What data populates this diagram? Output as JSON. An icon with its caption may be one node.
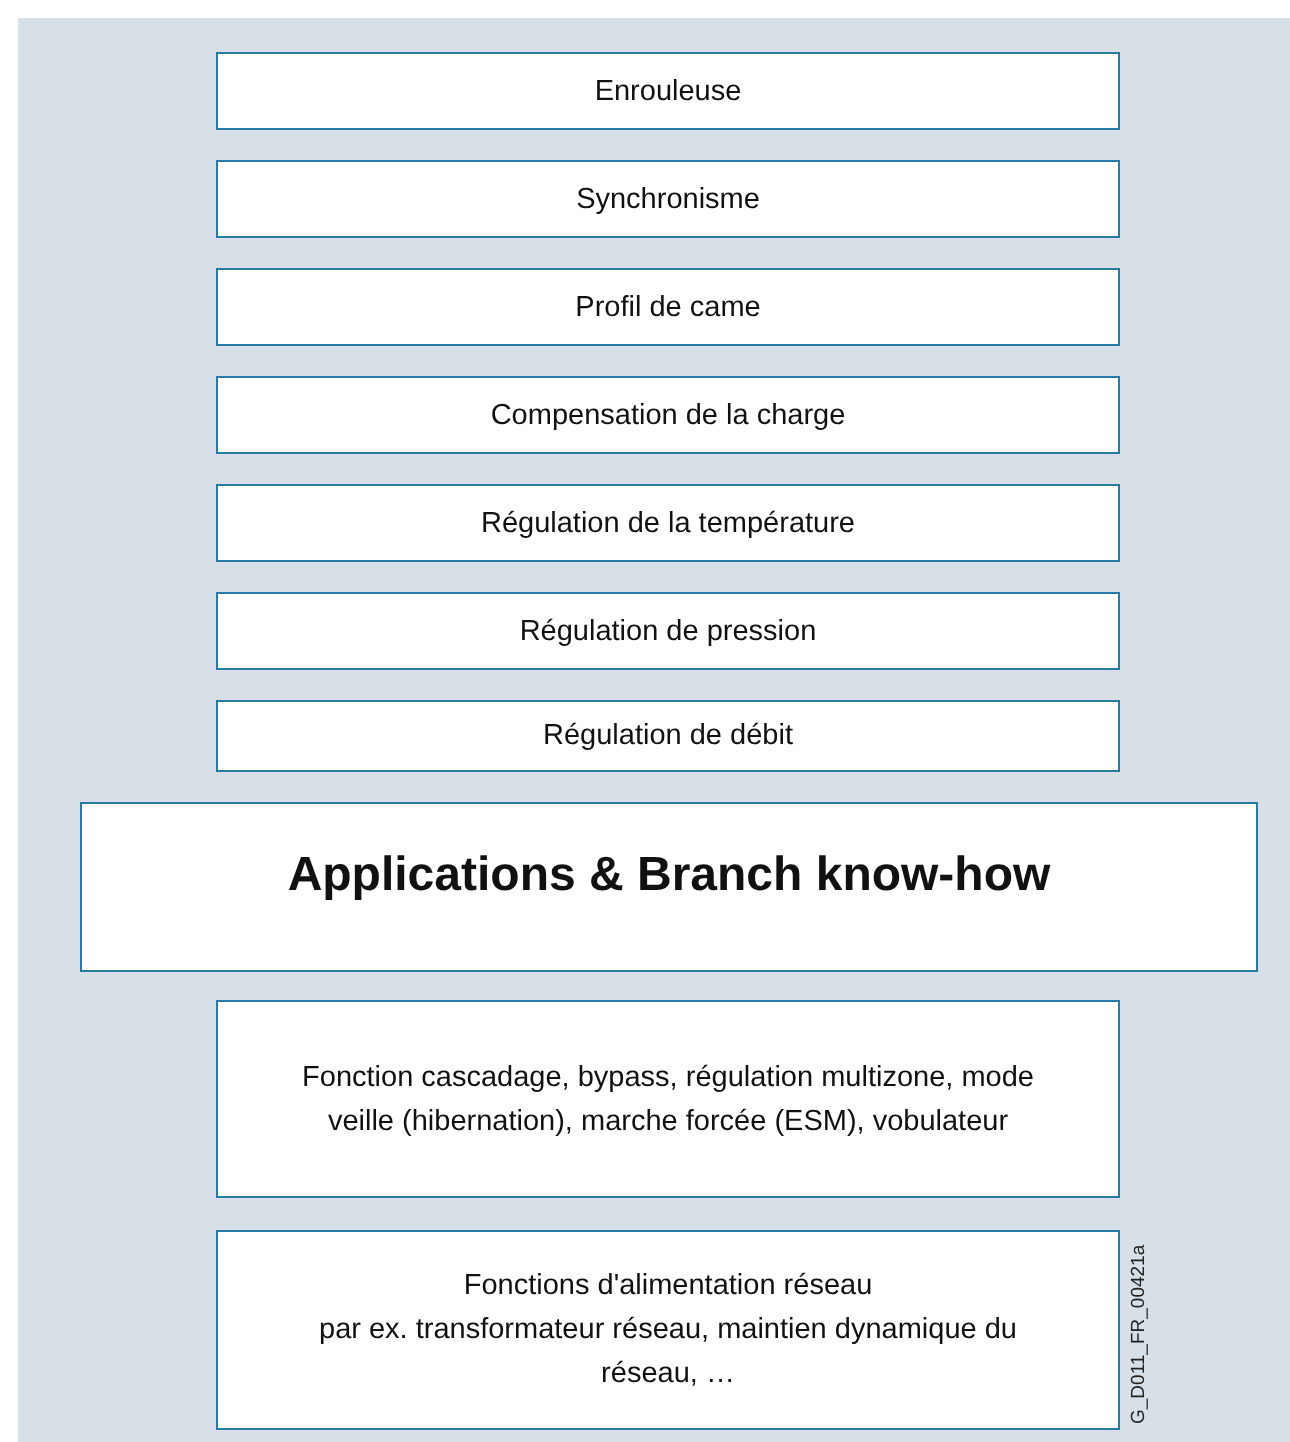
{
  "diagram": {
    "nodes": [
      {
        "text": [
          "Enrouleuse"
        ]
      },
      {
        "text": [
          "Synchronisme"
        ]
      },
      {
        "text": [
          "Profil de came"
        ]
      },
      {
        "text": [
          "Compensation de la charge"
        ]
      },
      {
        "text": [
          "Régulation de la température"
        ]
      },
      {
        "text": [
          "Régulation de pression"
        ]
      },
      {
        "text": [
          "Régulation de débit"
        ]
      },
      {
        "text": [
          "Applications & Branch know-how"
        ]
      },
      {
        "text": [
          "Fonction cascadage, bypass, régulation multizone, mode veille (hibernation), marche forcée (ESM), vobulateur"
        ]
      },
      {
        "text": [
          "Fonctions d'alimentation réseau",
          "par ex. transformateur réseau, maintien dynamique du réseau, …"
        ]
      }
    ],
    "labels": [
      "G_D011_FR_00421a"
    ]
  }
}
